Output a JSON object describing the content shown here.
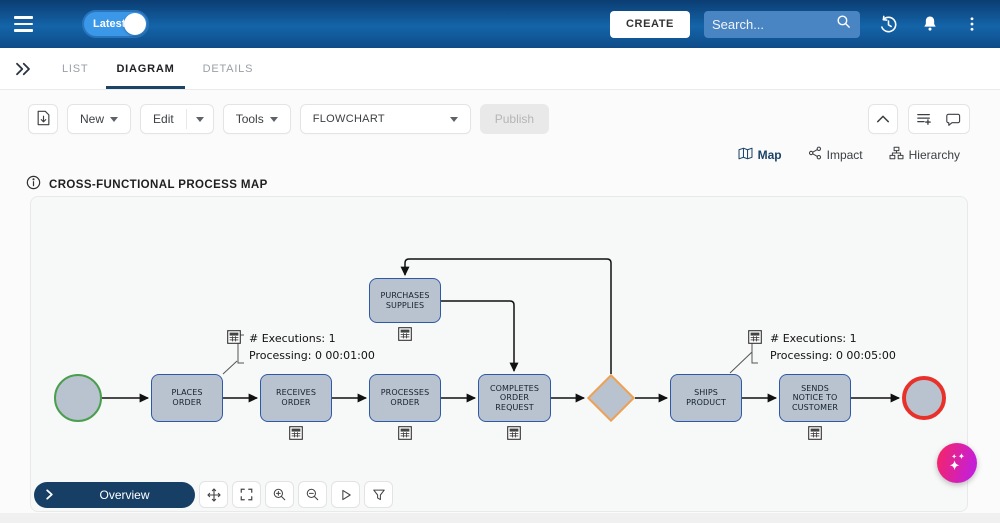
{
  "topbar": {
    "version_toggle_label": "Latest",
    "create_label": "CREATE",
    "search_placeholder": "Search..."
  },
  "tabs": {
    "list": "LIST",
    "diagram": "DIAGRAM",
    "details": "DETAILS"
  },
  "toolbar": {
    "new_label": "New",
    "edit_label": "Edit",
    "tools_label": "Tools",
    "diagram_type": "FLOWCHART",
    "publish_label": "Publish"
  },
  "views": {
    "map": "Map",
    "impact": "Impact",
    "hierarchy": "Hierarchy"
  },
  "page_title": "CROSS-FUNCTIONAL PROCESS MAP",
  "diagram": {
    "nodes": {
      "places": "PLACES ORDER",
      "receives": "RECEIVES ORDER",
      "processes": "PROCESSES ORDER",
      "completes": "COMPLETES ORDER REQUEST",
      "purchases": "PURCHASES SUPPLIES",
      "ships": "SHIPS PRODUCT",
      "sends": "SENDS NOTICE TO CUSTOMER"
    },
    "annotations": {
      "places_executions": "# Executions: 1",
      "places_processing": "Processing: 0 00:01:00",
      "ships_executions": "# Executions: 1",
      "ships_processing": "Processing: 0 00:05:00"
    }
  },
  "bottom_toolbar": {
    "overview_label": "Overview"
  },
  "colors": {
    "topbar_blue": "#1464a9",
    "accent_navy": "#1b4467",
    "node_fill": "#b9c3cf",
    "node_border": "#2e59a6",
    "start_border": "#4a9e4e",
    "end_border": "#e8312a",
    "decision_border": "#f0a050",
    "fab_gradient_start": "#f2246f",
    "fab_gradient_end": "#c51fd8"
  }
}
